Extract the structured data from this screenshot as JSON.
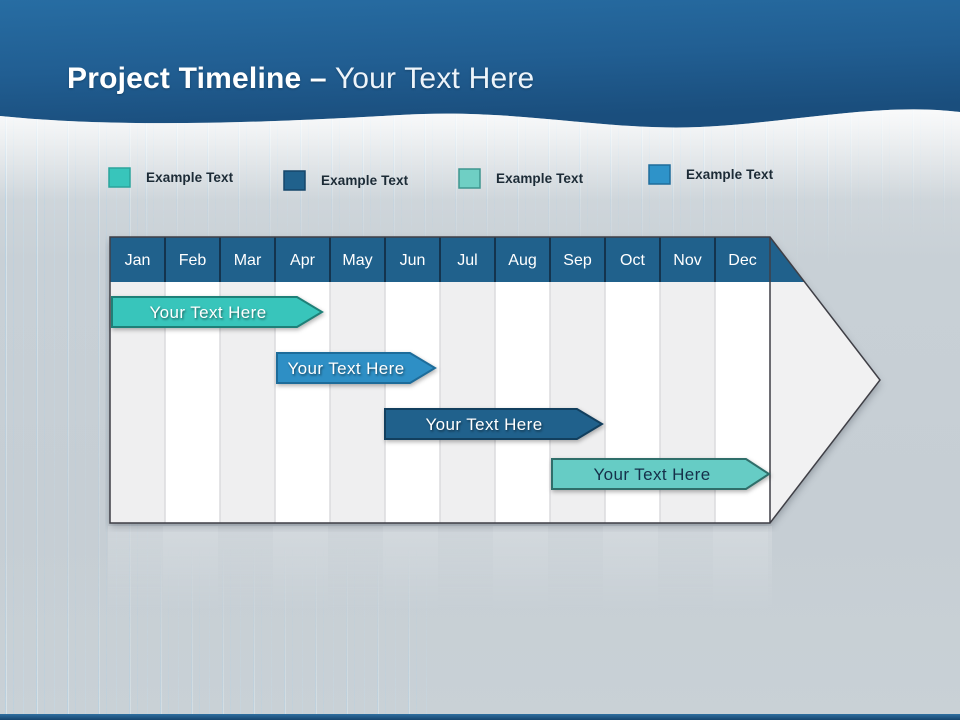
{
  "slide": {
    "title_bold": "Project Timeline –",
    "title_light": " Your Text Here"
  },
  "legend": {
    "items": [
      {
        "label": "Example Text",
        "color": "#38C5BB"
      },
      {
        "label": "Example Text",
        "color": "#20618C"
      },
      {
        "label": "Example Text",
        "color": "#6FCFC4"
      },
      {
        "label": "Example Text",
        "color": "#2E93C9"
      }
    ]
  },
  "timeline": {
    "months": [
      "Jan",
      "Feb",
      "Mar",
      "Apr",
      "May",
      "Jun",
      "Jul",
      "Aug",
      "Sep",
      "Oct",
      "Nov",
      "Dec"
    ],
    "header_color": "#20618C",
    "bars": [
      {
        "label": "Your Text Here",
        "color": "#38C5BB",
        "text_color": "#FFFFFF",
        "start": "Jan",
        "end": "Apr"
      },
      {
        "label": "Your Text Here",
        "color": "#2E8FC5",
        "text_color": "#FFFFFF",
        "start": "Apr",
        "end": "Jun"
      },
      {
        "label": "Your Text Here",
        "color": "#20618C",
        "text_color": "#FFFFFF",
        "start": "Jun",
        "end": "Sep"
      },
      {
        "label": "Your Text Here",
        "color": "#66CCC5",
        "text_color": "#15304A",
        "start": "Sep",
        "end": "Dec"
      }
    ]
  },
  "colors": {
    "header_band_top": "#276DA3",
    "header_band_bottom": "#1A4E7D",
    "slide_background": "#C8D0D6",
    "bottom_bar": "#1D5380"
  }
}
